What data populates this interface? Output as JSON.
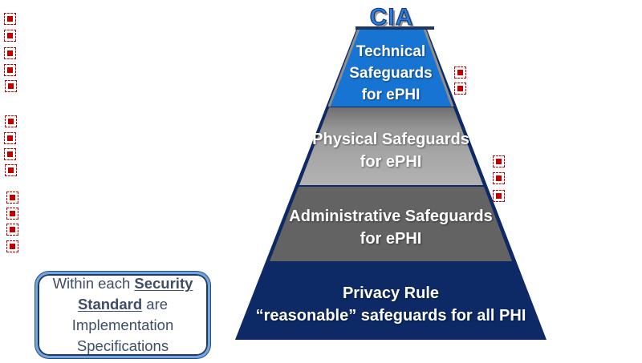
{
  "title": {
    "text": "CIA",
    "color": "#2E7BDA"
  },
  "pyramid": {
    "layers": [
      {
        "id": "technical-safeguards",
        "lines": [
          "Technical",
          "Safeguards",
          "for ePHI"
        ],
        "fill": "#1874D2"
      },
      {
        "id": "physical-safeguards",
        "lines": [
          "Physical Safeguards",
          "for ePHI"
        ],
        "fill": "gray-gradient #6F6F6F-#B2B2B2"
      },
      {
        "id": "administrative-safeguards",
        "lines": [
          "Administrative Safeguards",
          "for ePHI"
        ],
        "fill": "#636363"
      },
      {
        "id": "privacy-rule",
        "lines": [
          "Privacy Rule",
          "“reasonable” safeguards for all PHI"
        ],
        "fill": "#0A2765"
      }
    ],
    "edge_color": "#0D2A66"
  },
  "callout": {
    "text_before": "Within each ",
    "text_emphasis": "Security Standard",
    "text_after": " are Implementation Specifications",
    "border_outer_color": "#70A6E0",
    "border_inner_color": "#1F3864",
    "text_color": "#3E4D68"
  },
  "markers": {
    "icon": "red-dash-square-icon",
    "color": "#C00000",
    "left_column_count": 13,
    "right_upper_count": 2,
    "right_lower_count": 3
  }
}
